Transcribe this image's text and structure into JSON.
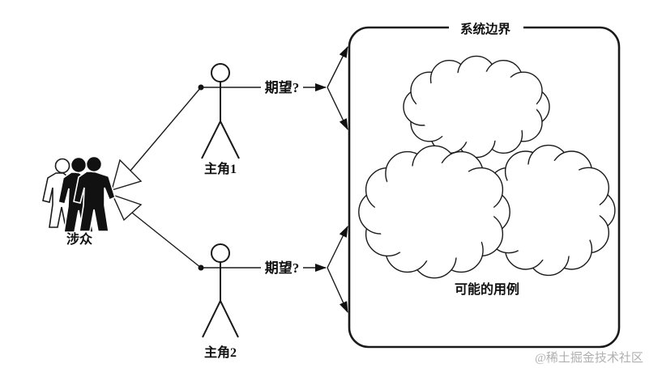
{
  "diagram": {
    "title_implicit": "use-case-context-diagram",
    "stakeholders": {
      "label": "涉众"
    },
    "actors": [
      {
        "label": "主角1"
      },
      {
        "label": "主角2"
      }
    ],
    "expectations": [
      {
        "label": "期望?"
      },
      {
        "label": "期望?"
      }
    ],
    "system_boundary": {
      "label": "系统边界"
    },
    "use_cases": {
      "label": "可能的用例"
    },
    "watermark": "@稀土掘金技术社区",
    "colors": {
      "line": "#1a1a1a",
      "fill": "#ffffff",
      "watermark": "#b0b0b0"
    }
  }
}
